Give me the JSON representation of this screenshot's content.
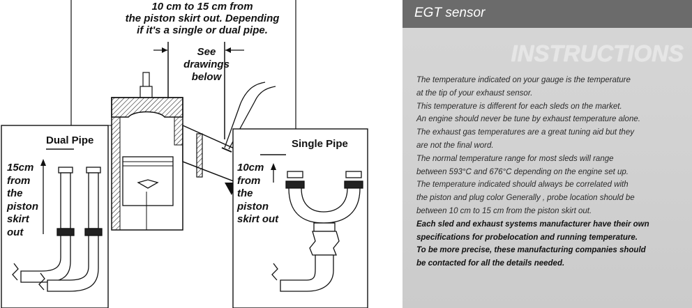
{
  "diagram": {
    "top_note": [
      "10 cm  to 15 cm from",
      "the piston skirt out. Depending",
      "if it's a single or dual pipe."
    ],
    "see_note": [
      "See",
      "drawings",
      "below"
    ],
    "dual_title": "Dual Pipe",
    "dual_note": [
      "15cm",
      "from",
      "the",
      "piston",
      "skirt",
      "out"
    ],
    "single_title": "Single Pipe",
    "single_note": [
      "10cm",
      "from",
      "the",
      "piston",
      "skirt out"
    ]
  },
  "panel": {
    "header": "EGT sensor",
    "title": "INSTRUCTIONS",
    "lines": [
      {
        "text": "The temperature indicated on your gauge is the temperature",
        "bold": false
      },
      {
        "text": "at the tip of  your exhaust sensor.",
        "bold": false
      },
      {
        "text": "This temperature is different for each sleds on the market.",
        "bold": false
      },
      {
        "text": "An engine should never be tune by exhaust temperature alone.",
        "bold": false
      },
      {
        "text": "The exhaust gas temperatures are a great tuning aid but they",
        "bold": false
      },
      {
        "text": "are not the final word.",
        "bold": false
      },
      {
        "text": "The normal temperature range for most sleds will range",
        "bold": false
      },
      {
        "text": "between 593°C and  676°C depending on the engine set up.",
        "bold": false
      },
      {
        "text": "The temperature indicated should always be correlated with",
        "bold": false
      },
      {
        "text": "the piston and plug color Generally , probe location should be",
        "bold": false
      },
      {
        "text": "between 10 cm to 15 cm  from the piston skirt out.",
        "bold": false
      },
      {
        "text": "Each sled and exhaust systems manufacturer have their own",
        "bold": true
      },
      {
        "text": "specifications for probelocation and running temperature.",
        "bold": true
      },
      {
        "text": "To be more  precise, these manufacturing companies should",
        "bold": true
      },
      {
        "text": "be contacted for all the details needed.",
        "bold": true
      }
    ]
  }
}
